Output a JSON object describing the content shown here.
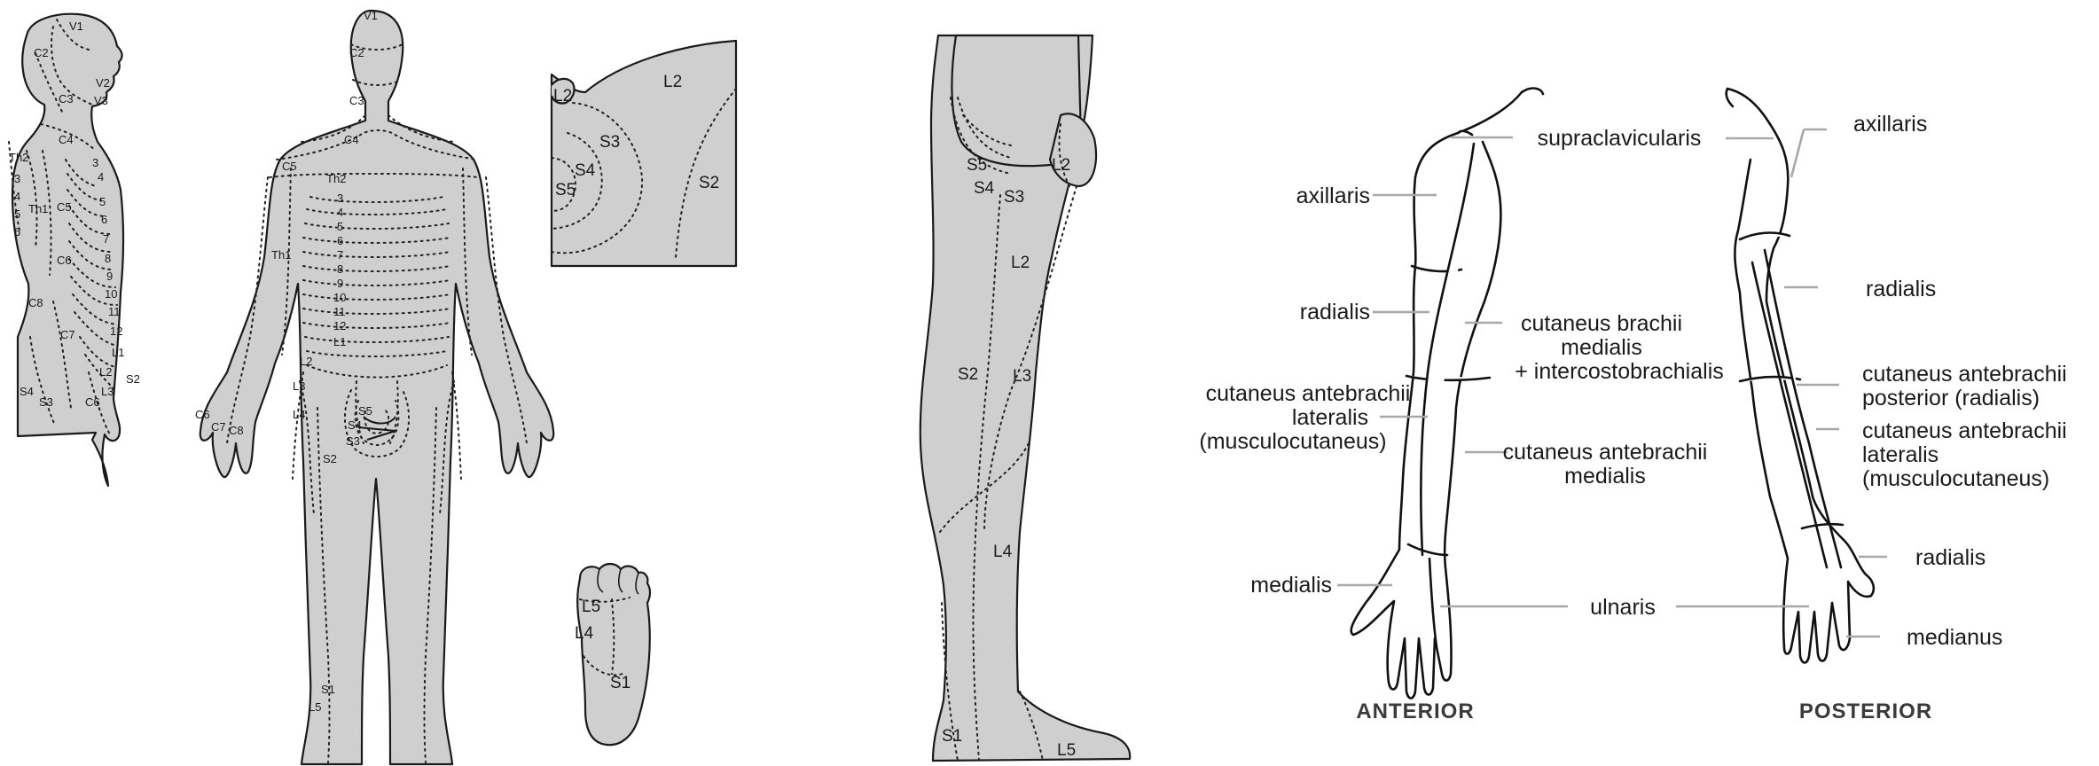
{
  "figures": {
    "side_body": {
      "labels": [
        "V1",
        "C2",
        "C3",
        "V2",
        "V3",
        "C4",
        "Th2",
        "3",
        "4",
        "5",
        "6",
        "C5",
        "Th1",
        "C6",
        "3",
        "4",
        "5",
        "6",
        "7",
        "8",
        "9",
        "10",
        "11",
        "12",
        "C8",
        "C7",
        "L1",
        "L2",
        "S2",
        "L3",
        "S4",
        "S3",
        "C6"
      ]
    },
    "back_body": {
      "labels": [
        "V1",
        "C2",
        "C3",
        "C4",
        "C5",
        "Th2",
        "3",
        "4",
        "5",
        "6",
        "7",
        "8",
        "9",
        "10",
        "11",
        "12",
        "L1",
        "Th1",
        "L2",
        "L3",
        "L4",
        "C6",
        "C7",
        "C8",
        "S5",
        "S4",
        "S3",
        "S2",
        "S1",
        "L5"
      ]
    },
    "perineum": {
      "labels": [
        "L2",
        "S3",
        "S4",
        "S5",
        "S2"
      ]
    },
    "foot": {
      "labels": [
        "L5",
        "L4",
        "S1"
      ]
    },
    "leg": {
      "labels": [
        "S5",
        "S4",
        "S3",
        "L2",
        "L2",
        "S2",
        "L3",
        "L4",
        "S1",
        "L5"
      ]
    }
  },
  "arm_anterior": {
    "caption": "ANTERIOR",
    "labels": [
      "axillaris",
      "radialis",
      "cutaneus antebrachii",
      "lateralis",
      "(musculocutaneus)",
      "medialis"
    ]
  },
  "arm_center": {
    "labels": [
      "supraclavicularis",
      "cutaneus brachii",
      "medialis",
      "+ intercostobrachialis",
      "cutaneus antebrachii",
      "medialis",
      "ulnaris"
    ]
  },
  "arm_posterior": {
    "caption": "POSTERIOR",
    "labels": [
      "axillaris",
      "radialis",
      "cutaneus antebrachii",
      "posterior (radialis)",
      "cutaneus antebrachii",
      "lateralis",
      "(musculocutaneus)",
      "radialis",
      "medianus"
    ]
  }
}
